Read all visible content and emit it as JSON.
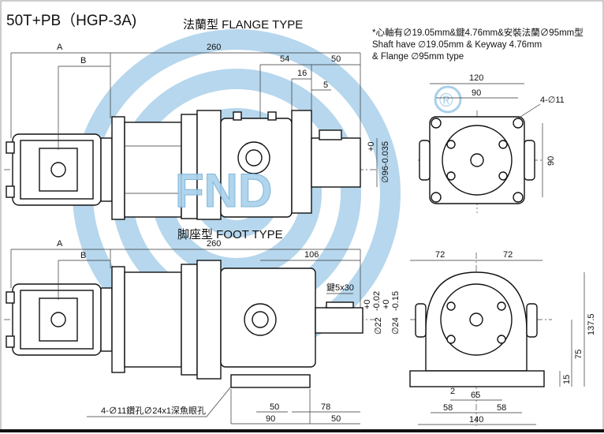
{
  "title": "50T+PB（HGP-3A)",
  "flange_label": "法蘭型  FLANGE TYPE",
  "foot_label": "脚座型  FOOT TYPE",
  "note": {
    "line1": "*心軸有∅19.05mm&鍵4.76mm&安裝法蘭∅95mm型",
    "line2": "Shaft have  ∅19.05mm  & Keyway 4.76mm",
    "line3": "& Flange   ∅95mm type"
  },
  "watermark": {
    "text": "FND",
    "registered": "®"
  },
  "flange_dims": {
    "A": "A",
    "B": "B",
    "overall": "260",
    "d54": "54",
    "d50": "50",
    "d16": "16",
    "d5": "5",
    "shaft_dia": "∅96-0.035",
    "shaft_tol": "+0",
    "end_120": "120",
    "end_90h": "90",
    "end_90v": "90",
    "holes": "4-∅11"
  },
  "foot_dims": {
    "A": "A",
    "B": "B",
    "overall": "260",
    "d106": "106",
    "key": "鍵5x30",
    "d22": "∅22",
    "d22_tol_hi": "+0",
    "d22_tol_lo": "-0.02",
    "d24": "∅24",
    "d24_tol_hi": "+0",
    "d24_tol_lo": "-0.15",
    "d50a": "50",
    "d78": "78",
    "d90": "90",
    "d50b": "50",
    "hole_note": "4-∅11鑽孔∅24x1深魚眼孔",
    "w72a": "72",
    "w72b": "72",
    "h137": "137.5",
    "h75": "75",
    "h15": "15",
    "d2": "2",
    "d65": "65",
    "d58a": "58",
    "d58b": "58",
    "d140": "140"
  }
}
